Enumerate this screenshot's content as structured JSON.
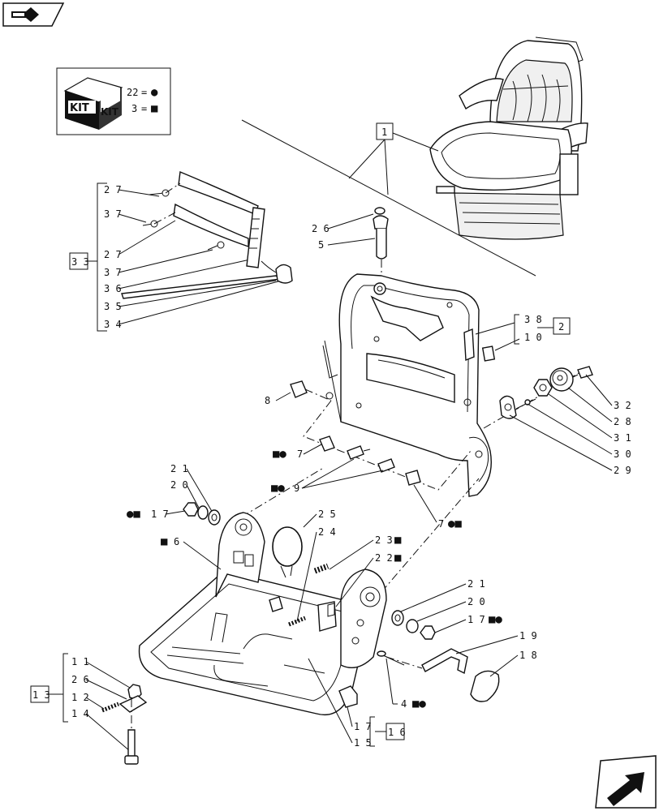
{
  "legend": {
    "kit_labels": [
      "KIT",
      "KIT"
    ],
    "entries": [
      {
        "ref": "22",
        "symbol": "●"
      },
      {
        "ref": "3",
        "symbol": "■"
      }
    ]
  },
  "callouts": {
    "c27a": "2 7",
    "c37a": "3 7",
    "c27b": "2 7",
    "c37b": "3 7",
    "c36": "3 6",
    "c35": "3 5",
    "c34": "3 4",
    "c33": "3 3",
    "c1": "1",
    "c26a": "2 6",
    "c5": "5",
    "c38": "3 8",
    "c10": "1 0",
    "c2": "2",
    "c32": "3 2",
    "c28": "2 8",
    "c31": "3 1",
    "c30": "3 0",
    "c29": "2 9",
    "c8": "8",
    "c7a": "7",
    "c7a_sym": "■●",
    "c9": "9",
    "c9_sym": "■●",
    "c7b": "7",
    "c7b_sym": "●■",
    "c21a": "2 1",
    "c20a": "2 0",
    "c17a": "1 7",
    "c17a_sym": "●■",
    "c6": "6",
    "c6_sym": "■",
    "c25": "2 5",
    "c24": "2 4",
    "c23": "2 3",
    "c23_sym": "■",
    "c22": "2 2",
    "c22_sym": "■",
    "c21b": "2 1",
    "c20b": "2 0",
    "c17b": "1 7",
    "c17b_sym": "■●",
    "c19": "1 9",
    "c18": "1 8",
    "c4": "4",
    "c4_sym": "■●",
    "c11": "1 1",
    "c26b": "2 6",
    "c12": "1 2",
    "c14": "1 4",
    "c13": "1 3",
    "c17c": "1 7",
    "c15": "1 5",
    "c16": "1 6"
  },
  "icons": {
    "top_nav": "back-arrow-icon",
    "bottom_nav": "next-arrow-icon",
    "kit": "kit-box-icon"
  }
}
